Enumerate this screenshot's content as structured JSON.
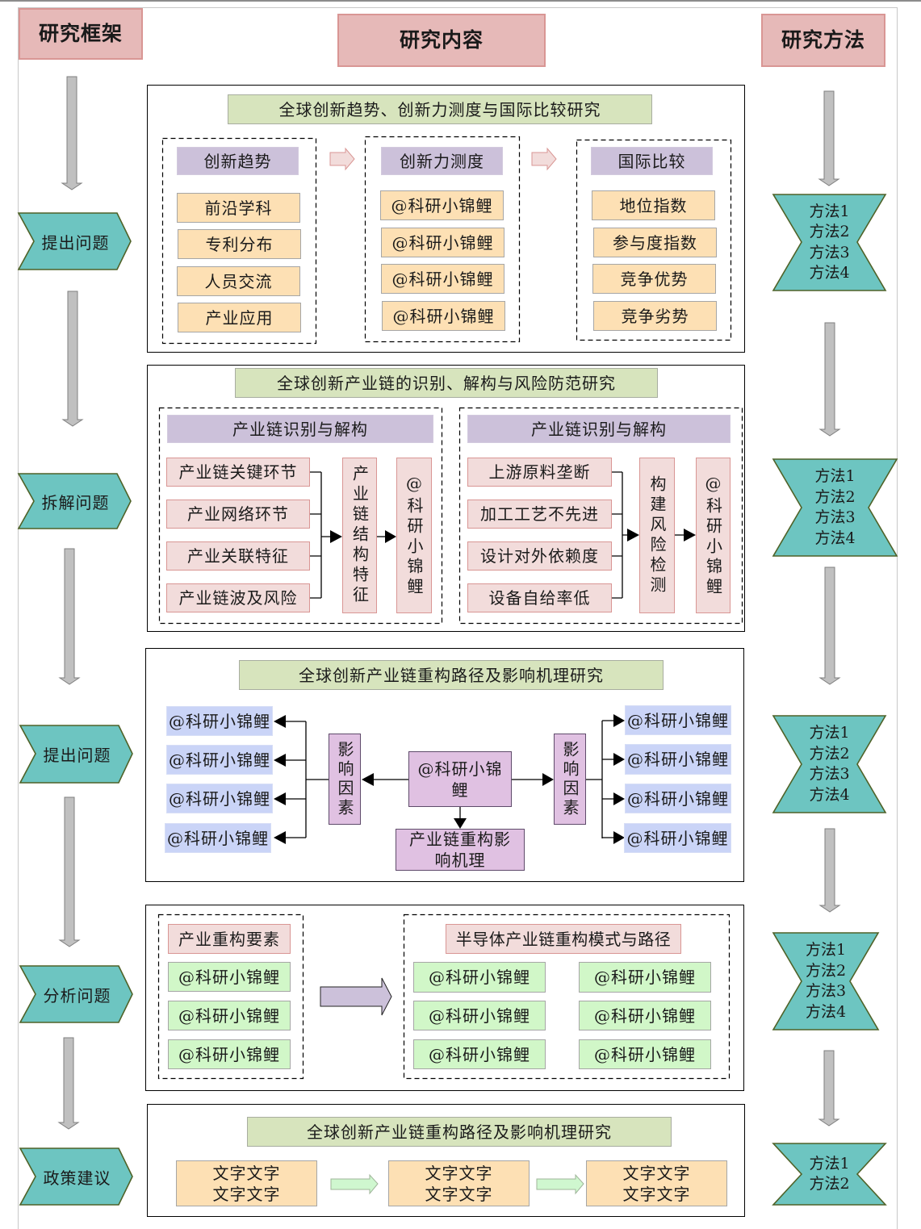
{
  "headers": {
    "framework": "研究框架",
    "content": "研究内容",
    "methods": "研究方法"
  },
  "framework_steps": [
    "提出问题",
    "拆解问题",
    "提出问题",
    "分析问题",
    "政策建议"
  ],
  "methods": [
    [
      "方法1",
      "方法2",
      "方法3",
      "方法4"
    ],
    [
      "方法1",
      "方法2",
      "方法3",
      "方法4"
    ],
    [
      "方法1",
      "方法2",
      "方法3",
      "方法4"
    ],
    [
      "方法1",
      "方法2",
      "方法3",
      "方法4"
    ],
    [
      "方法1",
      "方法2"
    ]
  ],
  "section1": {
    "title": "全球创新趋势、创新力测度与国际比较研究",
    "groups": [
      {
        "label": "创新趋势",
        "items": [
          "前沿学科",
          "专利分布",
          "人员交流",
          "产业应用"
        ]
      },
      {
        "label": "创新力测度",
        "items": [
          "@科研小锦鲤",
          "@科研小锦鲤",
          "@科研小锦鲤",
          "@科研小锦鲤"
        ]
      },
      {
        "label": "国际比较",
        "items": [
          "地位指数",
          "参与度指数",
          "竞争优势",
          "竞争劣势"
        ]
      }
    ]
  },
  "section2": {
    "title": "全球创新产业链的识别、解构与风险防范研究",
    "groups": [
      {
        "label": "产业链识别与解构",
        "items": [
          "产业链关键环节",
          "产业网络环节",
          "产业关联特征",
          "产业链波及风险"
        ],
        "stage1": "产业链结构特征",
        "stage2": "@科研小锦鲤"
      },
      {
        "label": "产业链识别与解构",
        "items": [
          "上游原料垄断",
          "加工工艺不先进",
          "设计对外依赖度",
          "设备自给率低"
        ],
        "stage1": "构建风险检测",
        "stage2": "@科研小锦鲤"
      }
    ]
  },
  "section3": {
    "title": "全球创新产业链重构路径及影响机理研究",
    "center": "@科研小锦鲤",
    "mechanism": "产业链重构影响机理",
    "left_factor": "影响因素",
    "right_factor": "影响因素",
    "left_items": [
      "@科研小锦鲤",
      "@科研小锦鲤",
      "@科研小锦鲤",
      "@科研小锦鲤"
    ],
    "right_items": [
      "@科研小锦鲤",
      "@科研小锦鲤",
      "@科研小锦鲤",
      "@科研小锦鲤"
    ]
  },
  "section4": {
    "left": {
      "label": "产业重构要素",
      "items": [
        "@科研小锦鲤",
        "@科研小锦鲤",
        "@科研小锦鲤"
      ]
    },
    "right": {
      "label": "半导体产业链重构模式与路径",
      "items": [
        "@科研小锦鲤",
        "@科研小锦鲤",
        "@科研小锦鲤",
        "@科研小锦鲤",
        "@科研小锦鲤",
        "@科研小锦鲤"
      ]
    }
  },
  "section5": {
    "title": "全球创新产业链重构路径及影响机理研究",
    "steps": [
      [
        "文字文字",
        "文字文字"
      ],
      [
        "文字文字",
        "文字文字"
      ],
      [
        "文字文字",
        "文字文字"
      ]
    ]
  },
  "colors": {
    "header_fill": "#E6B9B8",
    "header_border": "#D99694",
    "title_fill": "#D7E4BD",
    "title_border": "#A8ADA0",
    "label_fill": "#CCC1DA",
    "orange_fill": "#FDE0B4",
    "gray_border": "#A6A6A6",
    "pink_fill": "#F2DCDB",
    "pink_border": "#D99694",
    "blue_fill": "#CAD4F7",
    "mauve_fill": "#E0C1E2",
    "mauve_border": "#5F4B6B",
    "green_fill": "#D1F7C8",
    "teal_fill": "#6DC5C1",
    "teal_border": "#4F6228",
    "arrow_gray": "#C0C0C0",
    "arrow_gray_border": "#7F7F7F",
    "section5_arrow": "#CFF7CF"
  }
}
